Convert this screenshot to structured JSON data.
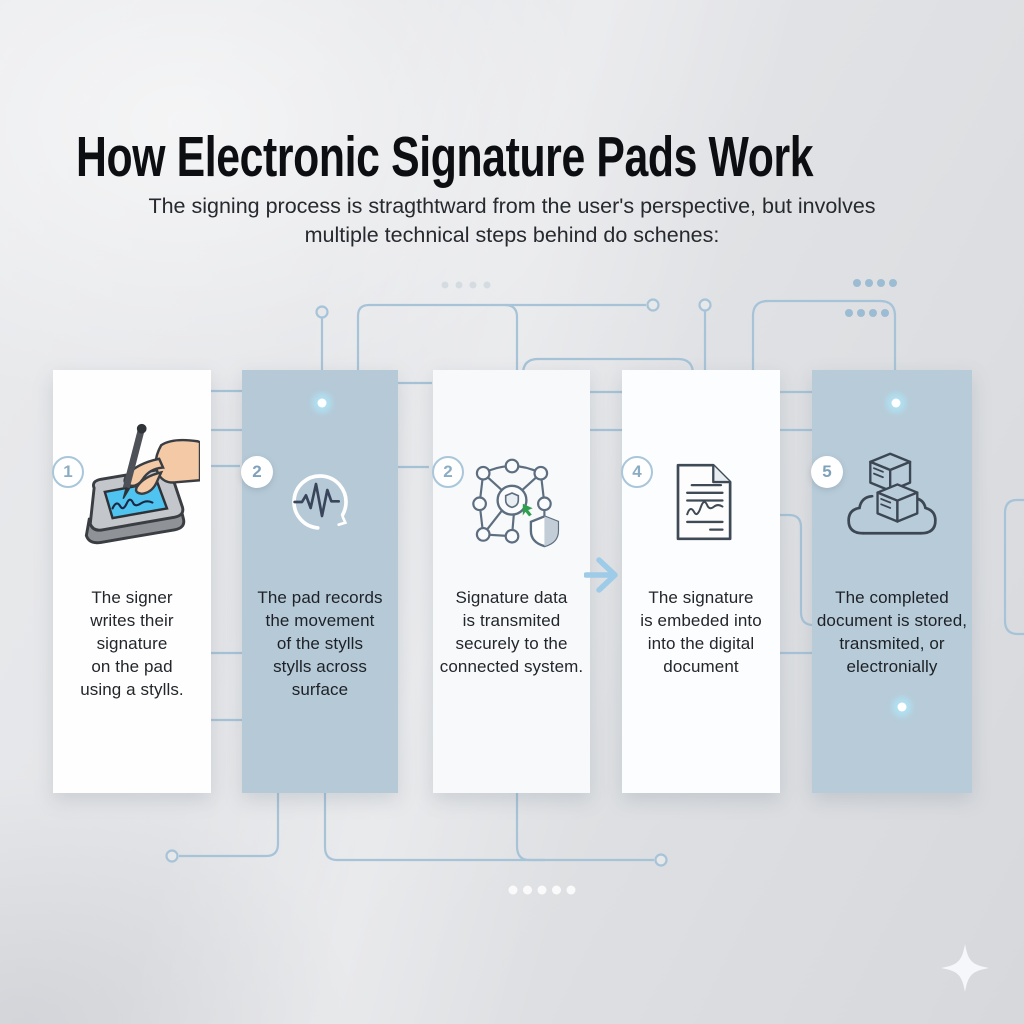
{
  "title": "How Electronic Signature Pads Work",
  "subtitle": {
    "line1": "The signing process is stragthtward from the user's perspective, but involves",
    "line2": "multiple technical steps behind do schenes:"
  },
  "steps": [
    {
      "number": "1",
      "icon": "signature-pad-hand-icon",
      "text": "The signer\nwrites their\nsignature\non the pad\nusing a stylls."
    },
    {
      "number": "2",
      "icon": "waveform-circle-icon",
      "text": "The pad records\nthe movement\nof the stylls\nstylls across\nsurface"
    },
    {
      "number": "2",
      "icon": "secure-network-shield-icon",
      "text": "Signature data\nis transmited\nsecurely to the\nconnected system."
    },
    {
      "number": "4",
      "icon": "signed-document-icon",
      "text": "The signature\nis embeded into\ninto the digital\ndocument"
    },
    {
      "number": "5",
      "icon": "cloud-storage-boxes-icon",
      "text": "The completed\ndocument is stored,\ntransmited, or\nelectronially"
    }
  ],
  "colors": {
    "background": "#e0e2e5",
    "card_light": "#fefefe",
    "card_blue": "#b5c9d7",
    "circuit_line": "#a6c3d8",
    "glow": "#ffffff",
    "pad_screen_cyan": "#4fc4f0",
    "arrow_blue": "#9dcbe8",
    "text_dark": "#23262b"
  }
}
